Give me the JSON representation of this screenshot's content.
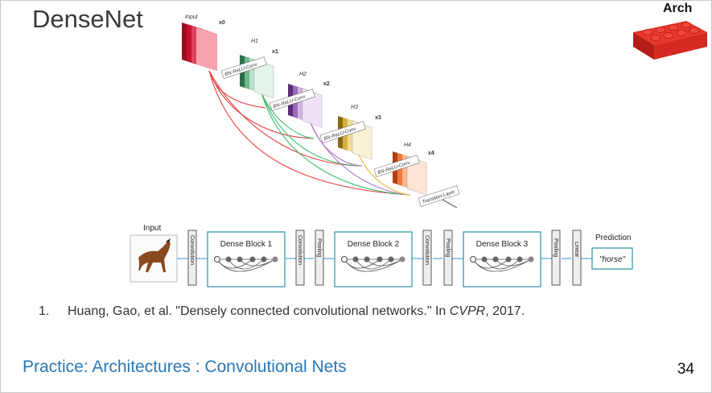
{
  "slide": {
    "title": "DenseNet",
    "tag": "Arch",
    "footer": "Practice: Architectures : Convolutional Nets",
    "page_number": "34"
  },
  "reference": {
    "number": "1.",
    "text_before": "Huang, Gao, et al. \"Densely connected convolutional networks.\" In ",
    "venue": "CVPR",
    "text_after": ", 2017."
  },
  "dense_block_figure": {
    "input_label": "Input",
    "x_labels": [
      "x0",
      "x1",
      "x2",
      "x3",
      "x4"
    ],
    "h_labels": [
      "H1",
      "H2",
      "H3",
      "H4"
    ],
    "op_labels": [
      "BN-ReLU-Conv",
      "BN-ReLU-Conv",
      "BN-ReLU-Conv",
      "BN-ReLU-Conv"
    ],
    "transition_label": "Transition Layer",
    "colors": [
      "#c8102e",
      "#3f8f5e",
      "#8a5aa3",
      "#c9a22a",
      "#e0642a"
    ]
  },
  "pipeline_figure": {
    "input_label": "Input",
    "prediction_label": "Prediction",
    "prediction_value": "\"horse\"",
    "steps": [
      "Convolution",
      "Dense Block 1",
      "Convolution",
      "Pooling",
      "Dense Block 2",
      "Convolution",
      "Pooling",
      "Dense Block 3",
      "Pooling",
      "Linear"
    ],
    "block_color": "#3a9aa8"
  }
}
